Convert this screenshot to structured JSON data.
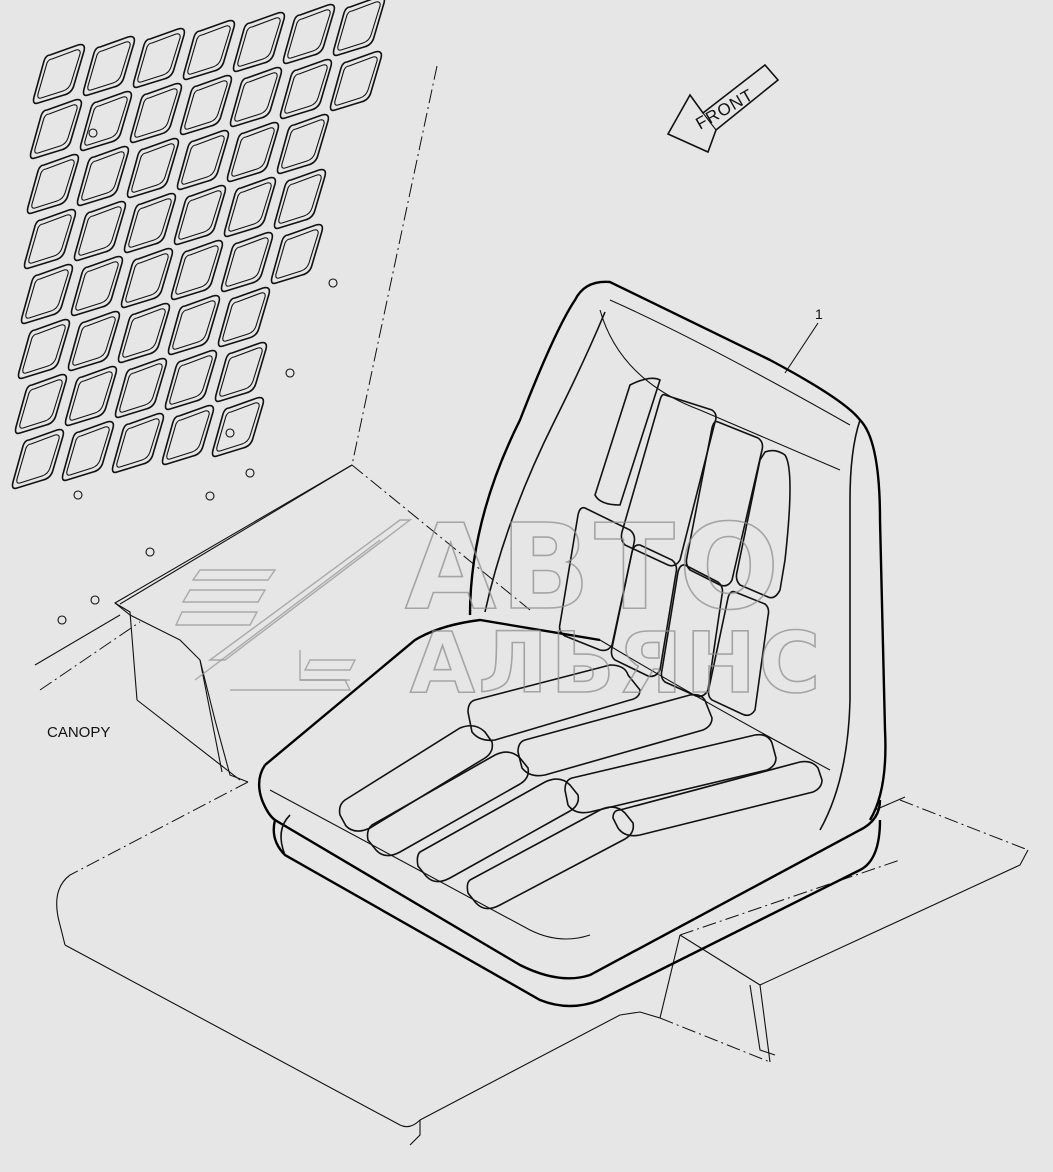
{
  "labels": {
    "front": "FRONT",
    "callout_1": "1",
    "canopy": "CANOPY"
  },
  "watermark": {
    "line1": "АВТО",
    "line2": "АЛЬЯНС"
  },
  "colors": {
    "background": "#e6e6e6",
    "ink": "#111111",
    "watermark": "#9a9a9a"
  }
}
